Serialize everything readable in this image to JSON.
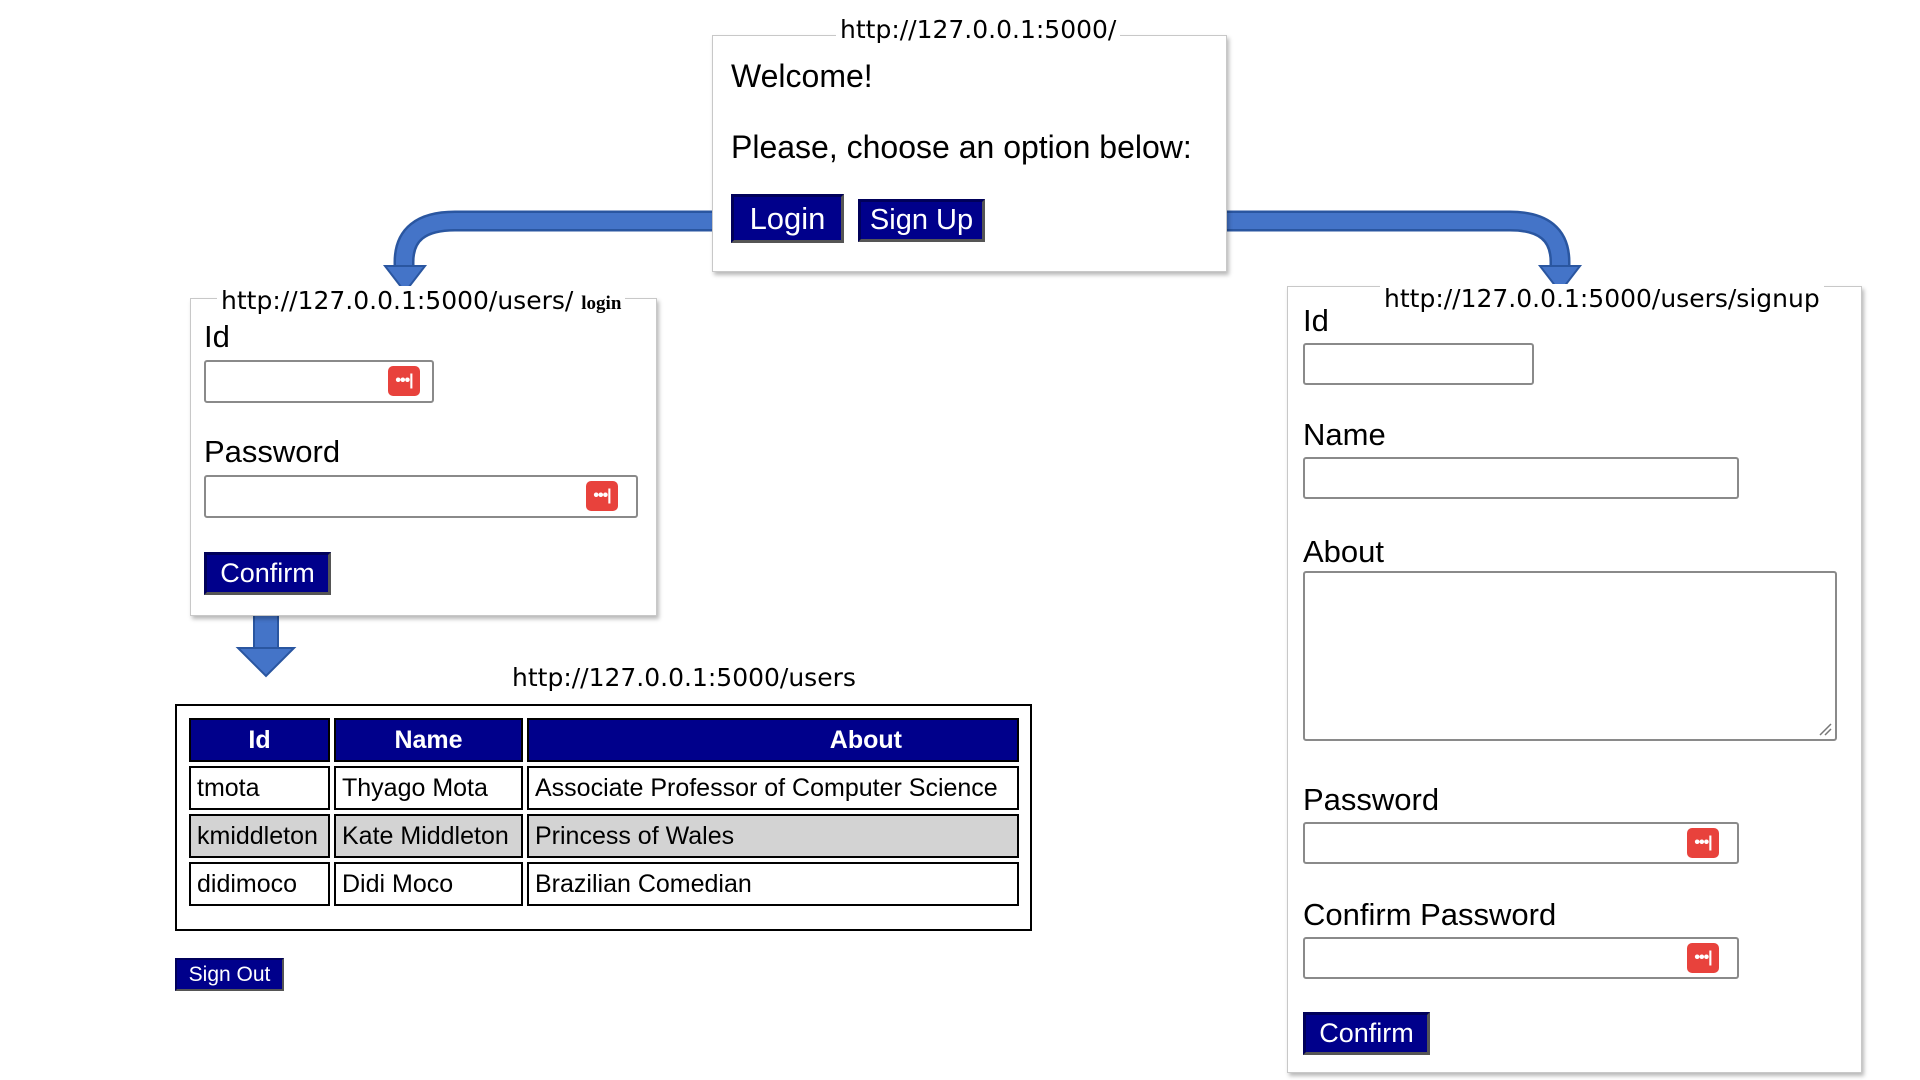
{
  "home": {
    "url": "http://127.0.0.1:5000/",
    "heading": "Welcome!",
    "prompt": "Please, choose an option below:",
    "login_label": "Login",
    "signup_label": "Sign Up"
  },
  "login": {
    "url": "http://127.0.0.1:5000/users/",
    "url_suffix": "login",
    "id_label": "Id",
    "password_label": "Password",
    "confirm_label": "Confirm"
  },
  "signup": {
    "url": "http://127.0.0.1:5000/users/signup",
    "id_label": "Id",
    "name_label": "Name",
    "about_label": "About",
    "password_label": "Password",
    "confirm_password_label": "Confirm Password",
    "confirm_label": "Confirm"
  },
  "users": {
    "url": "http://127.0.0.1:5000/users",
    "columns": [
      "Id",
      "Name",
      "About"
    ],
    "rows": [
      [
        "tmota",
        "Thyago Mota",
        "Associate Professor of Computer Science"
      ],
      [
        "kmiddleton",
        "Kate Middleton",
        "Princess of Wales"
      ],
      [
        "didimoco",
        "Didi Moco",
        "Brazilian Comedian"
      ]
    ],
    "signout_label": "Sign Out"
  },
  "icons": {
    "password_manager_glyph": "•••|"
  },
  "colors": {
    "button_bg": "#00008b",
    "header_bg": "#00008b",
    "arrow": "#3a6fc4",
    "row_highlight": "#d3d3d3",
    "password_key": "#e8423c"
  }
}
